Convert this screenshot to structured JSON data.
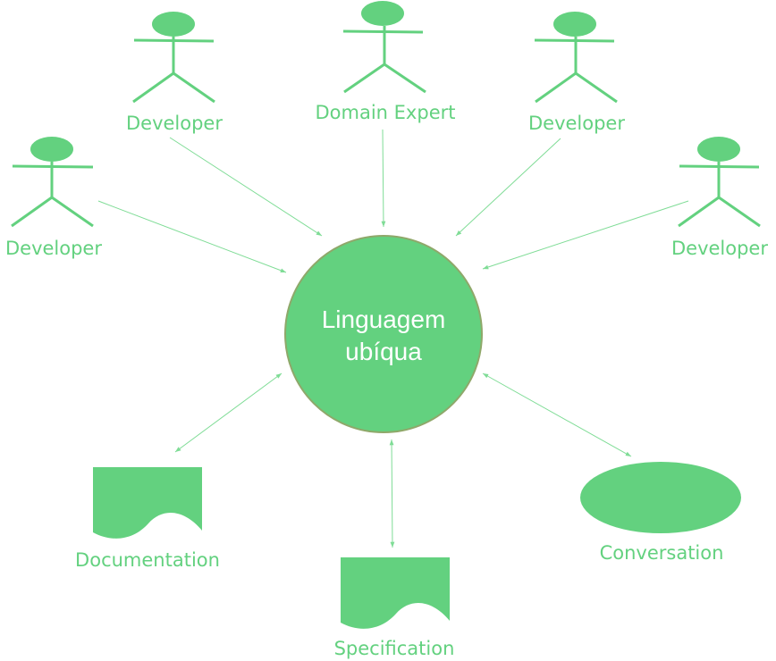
{
  "center": {
    "line1": "Linguagem",
    "line2": "ubíqua"
  },
  "actors": [
    {
      "label": "Developer"
    },
    {
      "label": "Domain Expert"
    },
    {
      "label": "Developer"
    },
    {
      "label": "Developer"
    },
    {
      "label": "Developer"
    }
  ],
  "artifacts": {
    "documentation": "Documentation",
    "specification": "Specification",
    "conversation": "Conversation"
  },
  "colors": {
    "node_fill": "#63d17f",
    "circle_stroke": "#8fa86a",
    "label_text": "#63d17f",
    "center_text": "#ffffff",
    "connector": "#7fdc96"
  }
}
